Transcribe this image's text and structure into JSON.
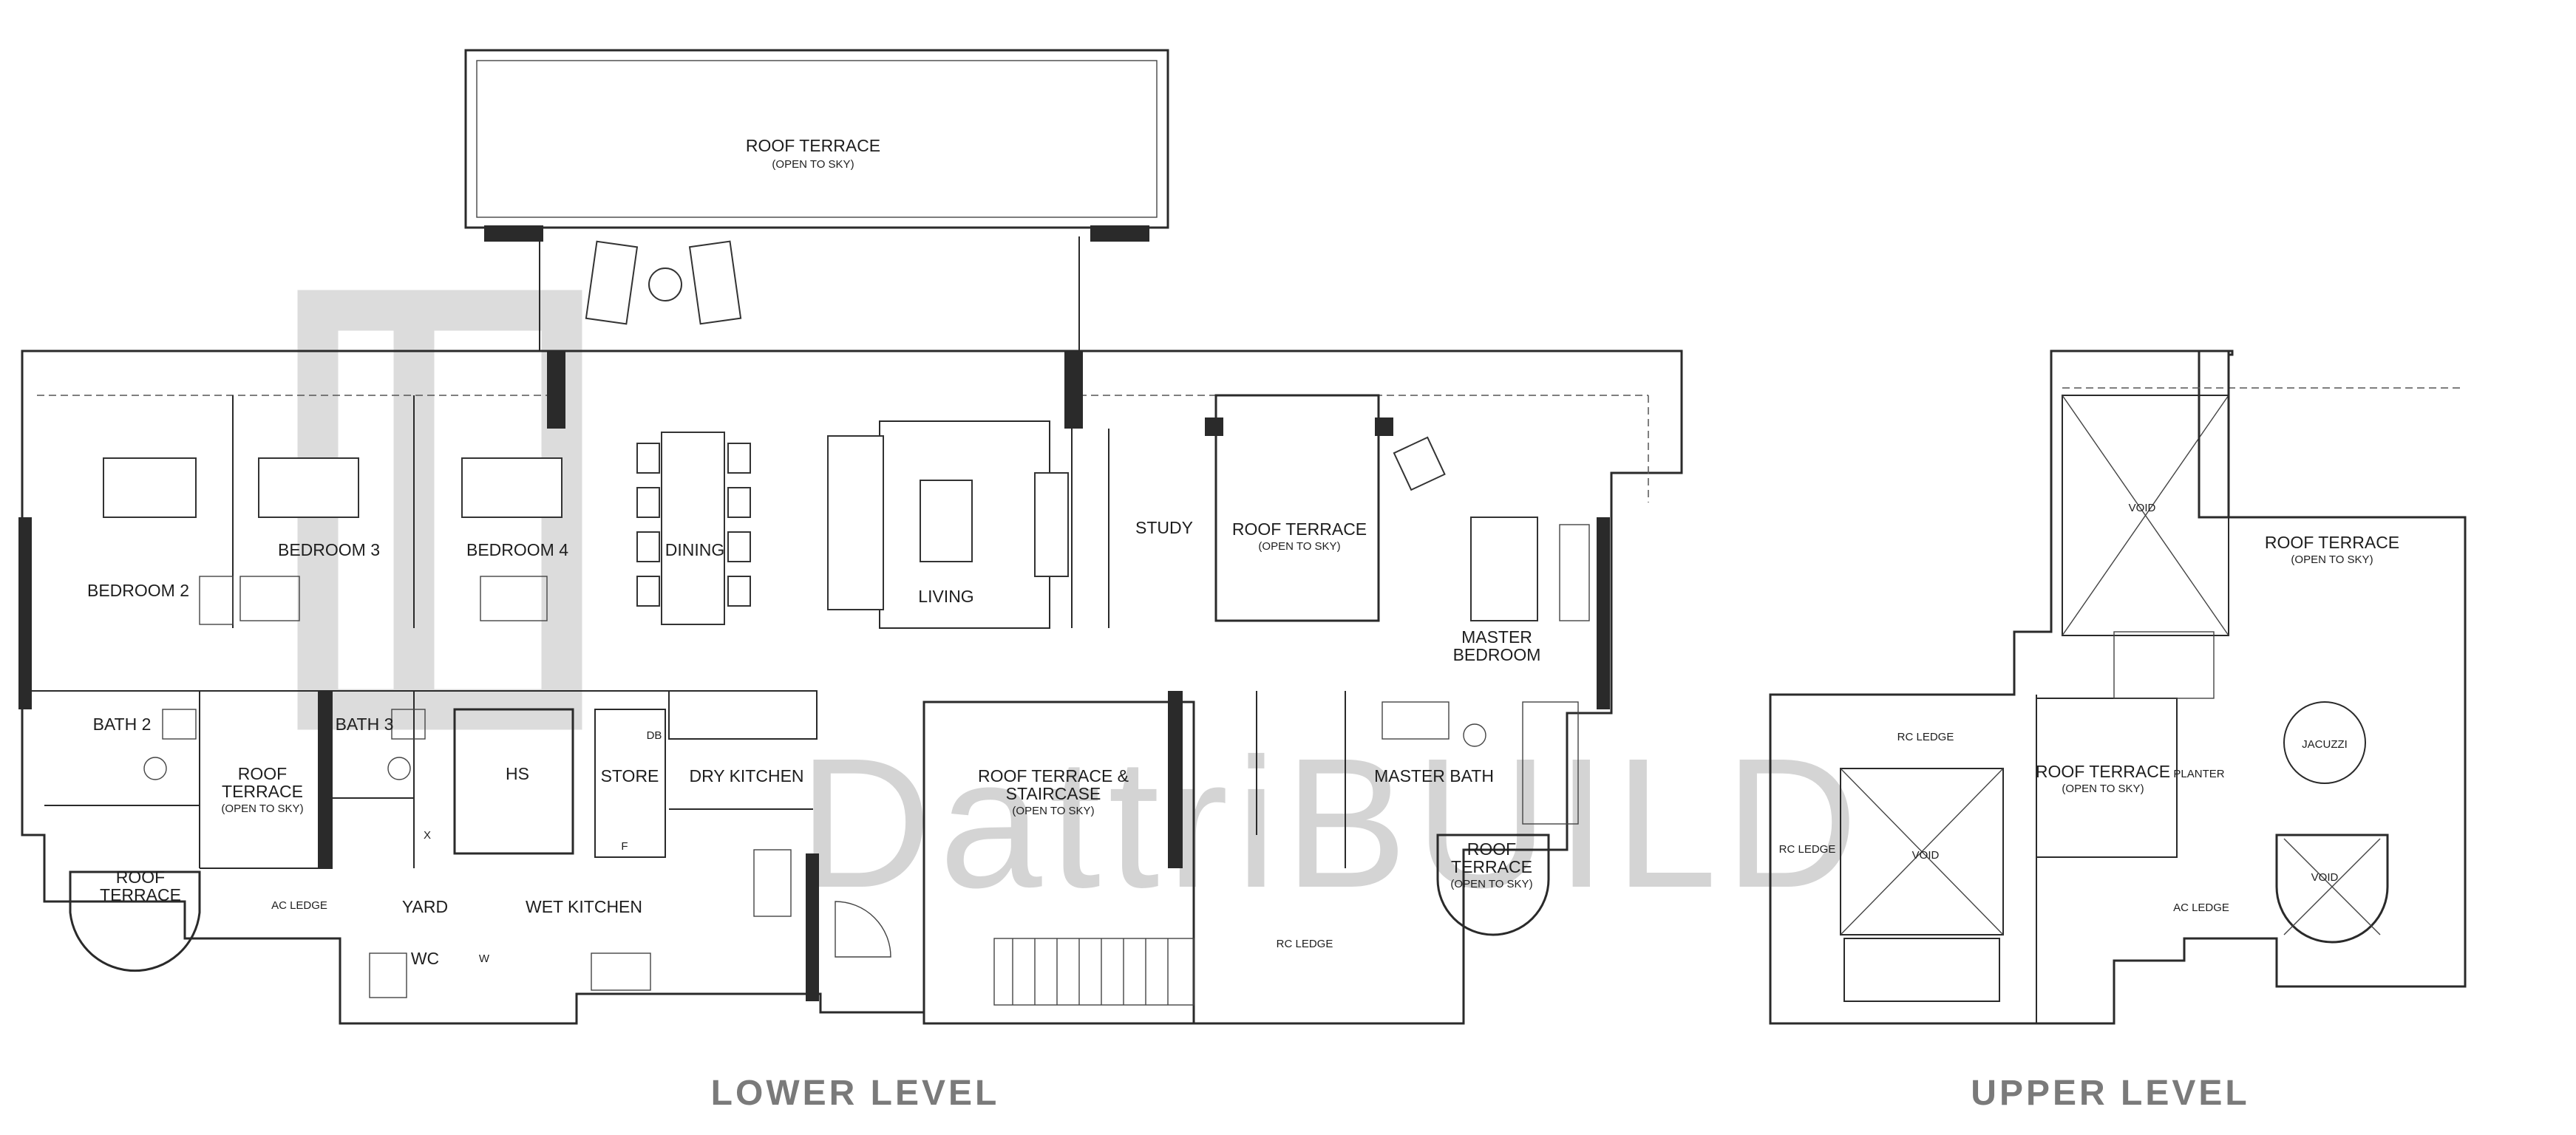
{
  "watermark": "DattriBUILD",
  "levels": {
    "lower": "LOWER LEVEL",
    "upper": "UPPER LEVEL"
  },
  "lower_rooms": [
    {
      "name": "ROOF TERRACE",
      "note": "(OPEN TO SKY)"
    },
    {
      "name": "BEDROOM 2"
    },
    {
      "name": "BEDROOM 3"
    },
    {
      "name": "BEDROOM 4"
    },
    {
      "name": "DINING"
    },
    {
      "name": "LIVING"
    },
    {
      "name": "STUDY"
    },
    {
      "name": "ROOF TERRACE",
      "note": "(OPEN TO SKY)"
    },
    {
      "name": "MASTER",
      "name2": "BEDROOM"
    },
    {
      "name": "BATH 2"
    },
    {
      "name": "ROOF",
      "name2": "TERRACE",
      "note": "(OPEN TO SKY)"
    },
    {
      "name": "BATH 3"
    },
    {
      "name": "HS"
    },
    {
      "name": "STORE"
    },
    {
      "name": "DRY KITCHEN"
    },
    {
      "name": "ROOF TERRACE &",
      "name2": "STAIRCASE",
      "note": "(OPEN TO SKY)"
    },
    {
      "name": "MASTER BATH"
    },
    {
      "name": "ROOF",
      "name2": "TERRACE",
      "note": "(OPEN TO SKY)"
    },
    {
      "name": "ROOF",
      "name2": "TERRACE"
    },
    {
      "name": "AC LEDGE"
    },
    {
      "name": "YARD"
    },
    {
      "name": "WET KITCHEN"
    },
    {
      "name": "WC"
    },
    {
      "name": "RC LEDGE"
    },
    {
      "name": "DB"
    },
    {
      "name": "F"
    },
    {
      "name": "W"
    },
    {
      "name": "X"
    }
  ],
  "upper_rooms": [
    {
      "name": "VOID"
    },
    {
      "name": "ROOF TERRACE",
      "note": "(OPEN TO SKY)"
    },
    {
      "name": "RC LEDGE"
    },
    {
      "name": "RC LEDGE"
    },
    {
      "name": "VOID"
    },
    {
      "name": "ROOF TERRACE",
      "note": "(OPEN TO SKY)"
    },
    {
      "name": "PLANTER"
    },
    {
      "name": "JACUZZI"
    },
    {
      "name": "VOID"
    },
    {
      "name": "AC LEDGE"
    }
  ]
}
